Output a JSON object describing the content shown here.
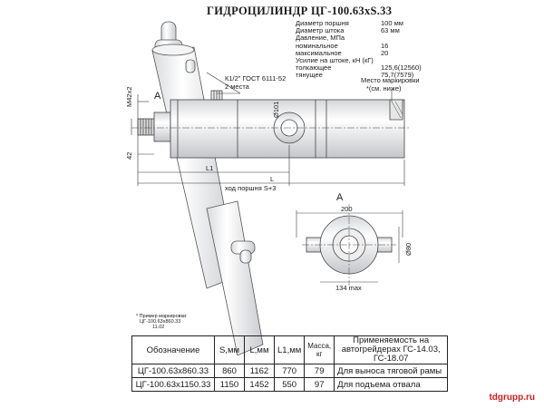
{
  "title": "ГИДРОЦИЛИНДР  ЦГ-100.63хS.33",
  "specs": [
    {
      "label": "Диаметр поршня",
      "value": "100 мм"
    },
    {
      "label": "Диаметр штока",
      "value": "63 мм"
    },
    {
      "label": "Давление, МПа",
      "value": ""
    },
    {
      "label": "номинальное",
      "value": "16"
    },
    {
      "label": "максимальное",
      "value": "20"
    },
    {
      "label": "Усилие на штоке, кН (кГ)",
      "value": ""
    },
    {
      "label": "толкающее",
      "value": "125,6(12560)"
    },
    {
      "label": "тянущее",
      "value": "75,7(7579)"
    }
  ],
  "drawing": {
    "thread_note": "К1/2\" ГОСТ 6111-52",
    "places_note": "2 места",
    "marking_place": "Место маркировки",
    "marking_see": "*(см. ниже)",
    "view_a": "А",
    "dim_m": "М42х2",
    "dim_42": "42",
    "dim_l1": "L1",
    "dim_l": "L",
    "dim_stroke": "ход поршня S+3",
    "dim_phi": "Ø101",
    "dim_200": "200",
    "dim_phi80": "Ø80",
    "dim_134": "134 max",
    "marking_example": [
      "* Пример маркировки:",
      "ЦГ-100.63х860.33",
      "11.02"
    ]
  },
  "table": {
    "headers": [
      "Обозначение",
      "S,мм",
      "L,мм",
      "L1,мм",
      "Масса, кг",
      "Применяемость на автогрейдерах ГС-14.03, ГС-18.07"
    ],
    "rows": [
      [
        "ЦГ-100.63х860.33",
        "860",
        "1162",
        "770",
        "79",
        "Для выноса тяговой рамы"
      ],
      [
        "ЦГ-100.63х1150.33",
        "1150",
        "1452",
        "550",
        "97",
        "Для подъема отвала"
      ]
    ]
  },
  "site": "tdgrupp.ru",
  "colors": {
    "ink": "#1a1a1a",
    "site": "#cc1f1f"
  }
}
